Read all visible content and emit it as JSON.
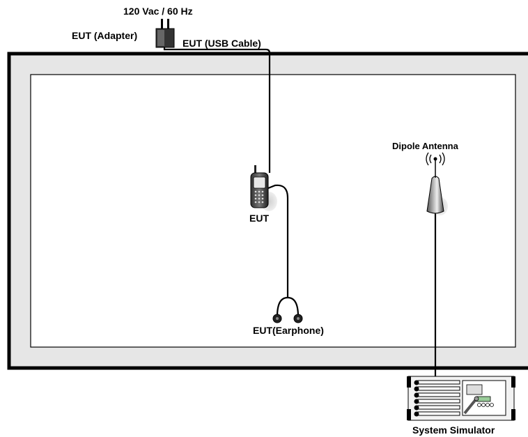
{
  "labels": {
    "power": "120 Vac / 60 Hz",
    "adapter": "EUT (Adapter)",
    "usb_cable": "EUT (USB Cable)",
    "eut": "EUT",
    "earphone": "EUT(Earphone)",
    "antenna": "Dipole Antenna",
    "simulator": "System Simulator"
  },
  "colors": {
    "outer_wall": "#e6e6e6",
    "line": "#000000",
    "inner_area": "#ffffff"
  }
}
